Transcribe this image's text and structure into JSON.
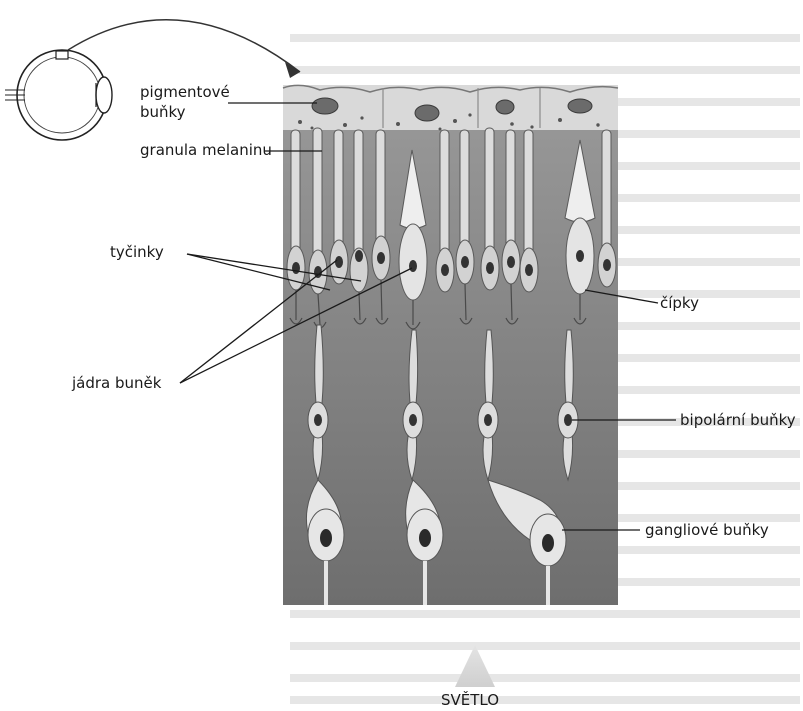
{
  "labels": {
    "pigment_line1": "pigmentové",
    "pigment_line2": "buňky",
    "melanin": "granula melaninu",
    "rods": "tyčinky",
    "cones": "čípky",
    "nuclei": "jádra buněk",
    "bipolar": "bipolární buňky",
    "ganglion": "gangliové buňky",
    "light": "SVĚTLO"
  }
}
